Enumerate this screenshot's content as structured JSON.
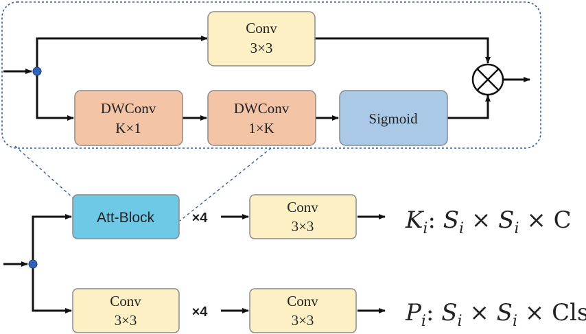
{
  "attention_detail": {
    "conv_top": {
      "line1": "Conv",
      "line2": "3×3"
    },
    "dwconv_k1": {
      "line1": "DWConv",
      "line2": "K×1"
    },
    "dwconv_1k": {
      "line1": "DWConv",
      "line2": "1×K"
    },
    "sigmoid": {
      "label": "Sigmoid"
    }
  },
  "kernel_branch": {
    "att_block": {
      "label": "Att-Block"
    },
    "repeat": "×4",
    "conv": {
      "line1": "Conv",
      "line2": "3×3"
    },
    "output": {
      "symbol": "K",
      "sub": "i",
      "sep": ": ",
      "s1": "S",
      "s1sub": "i",
      "times1": " × ",
      "s2": "S",
      "s2sub": "i",
      "times2": " × ",
      "tail": "C"
    }
  },
  "class_branch": {
    "conv_left": {
      "line1": "Conv",
      "line2": "3×3"
    },
    "repeat": "×4",
    "conv_right": {
      "line1": "Conv",
      "line2": "3×3"
    },
    "output": {
      "symbol": "P",
      "sub": "i",
      "sep": ": ",
      "s1": "S",
      "s1sub": "i",
      "times1": " × ",
      "s2": "S",
      "s2sub": "i",
      "times2": " × ",
      "tail": "Cls"
    }
  },
  "colors": {
    "conv_fill": "#fdf0c4",
    "dwconv_fill": "#f4c4a6",
    "sigmoid_fill": "#a9c9e6",
    "att_fill": "#6ec9e6",
    "node_fill": "#2f63b5",
    "dashed_border": "#2f5fa0"
  }
}
